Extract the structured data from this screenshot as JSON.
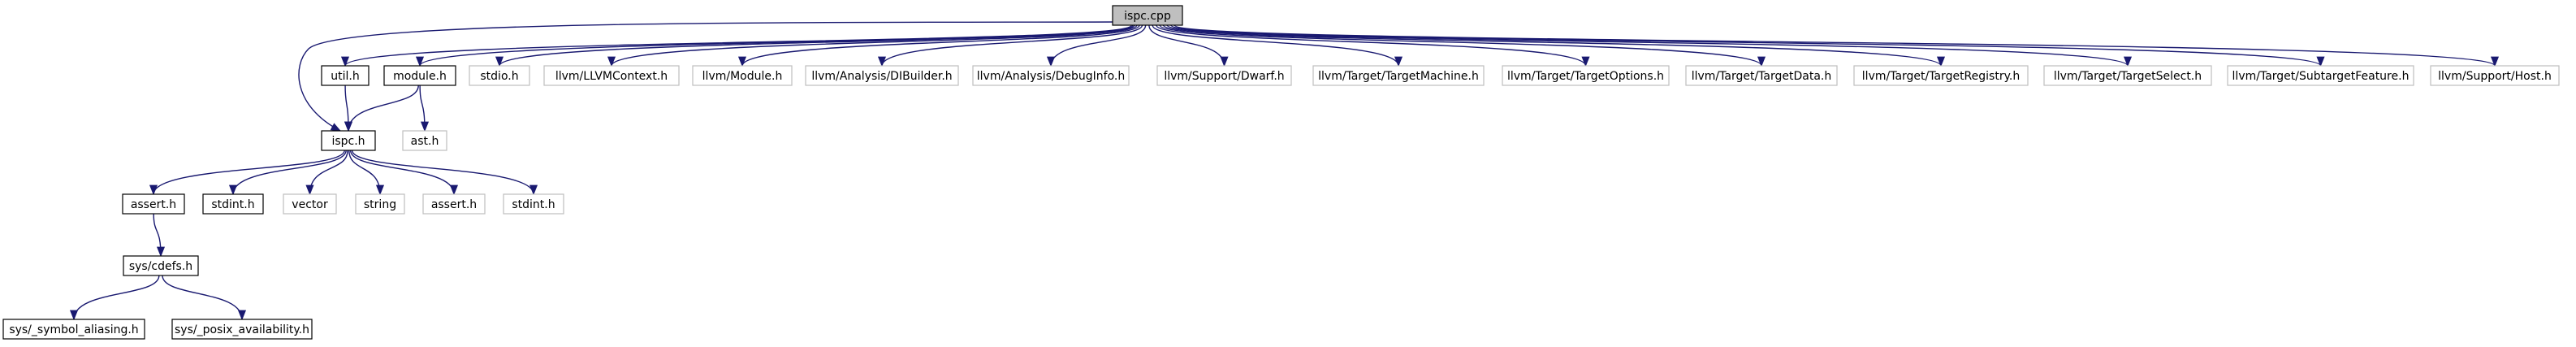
{
  "graph": {
    "root": "ispc.cpp",
    "nodes": [
      {
        "id": "ispc_cpp",
        "label": "ispc.cpp",
        "style": "root"
      },
      {
        "id": "util_h",
        "label": "util.h",
        "style": "documented"
      },
      {
        "id": "module_h",
        "label": "module.h",
        "style": "documented"
      },
      {
        "id": "stdio_h",
        "label": "stdio.h",
        "style": "external"
      },
      {
        "id": "llvm_ctx",
        "label": "llvm/LLVMContext.h",
        "style": "external"
      },
      {
        "id": "llvm_module",
        "label": "llvm/Module.h",
        "style": "external"
      },
      {
        "id": "llvm_dib",
        "label": "llvm/Analysis/DIBuilder.h",
        "style": "external"
      },
      {
        "id": "llvm_dbg",
        "label": "llvm/Analysis/DebugInfo.h",
        "style": "external"
      },
      {
        "id": "llvm_dwarf",
        "label": "llvm/Support/Dwarf.h",
        "style": "external"
      },
      {
        "id": "llvm_tm",
        "label": "llvm/Target/TargetMachine.h",
        "style": "external"
      },
      {
        "id": "llvm_to",
        "label": "llvm/Target/TargetOptions.h",
        "style": "external"
      },
      {
        "id": "llvm_td",
        "label": "llvm/Target/TargetData.h",
        "style": "external"
      },
      {
        "id": "llvm_tr",
        "label": "llvm/Target/TargetRegistry.h",
        "style": "external"
      },
      {
        "id": "llvm_ts",
        "label": "llvm/Target/TargetSelect.h",
        "style": "external"
      },
      {
        "id": "llvm_sf",
        "label": "llvm/Target/SubtargetFeature.h",
        "style": "external"
      },
      {
        "id": "llvm_host",
        "label": "llvm/Support/Host.h",
        "style": "external"
      },
      {
        "id": "ispc_h",
        "label": "ispc.h",
        "style": "documented"
      },
      {
        "id": "ast_h",
        "label": "ast.h",
        "style": "external"
      },
      {
        "id": "assert_h1",
        "label": "assert.h",
        "style": "documented"
      },
      {
        "id": "stdint_h1",
        "label": "stdint.h",
        "style": "documented"
      },
      {
        "id": "vector",
        "label": "vector",
        "style": "external"
      },
      {
        "id": "string",
        "label": "string",
        "style": "external"
      },
      {
        "id": "assert_h2",
        "label": "assert.h",
        "style": "external"
      },
      {
        "id": "stdint_h2",
        "label": "stdint.h",
        "style": "external"
      },
      {
        "id": "sys_cdefs",
        "label": "sys/cdefs.h",
        "style": "documented"
      },
      {
        "id": "sys_alias",
        "label": "sys/_symbol_aliasing.h",
        "style": "documented"
      },
      {
        "id": "sys_posix",
        "label": "sys/_posix_availability.h",
        "style": "documented"
      }
    ],
    "edges": [
      [
        "ispc_cpp",
        "ispc_h"
      ],
      [
        "ispc_cpp",
        "util_h"
      ],
      [
        "ispc_cpp",
        "module_h"
      ],
      [
        "ispc_cpp",
        "stdio_h"
      ],
      [
        "ispc_cpp",
        "llvm_ctx"
      ],
      [
        "ispc_cpp",
        "llvm_module"
      ],
      [
        "ispc_cpp",
        "llvm_dib"
      ],
      [
        "ispc_cpp",
        "llvm_dbg"
      ],
      [
        "ispc_cpp",
        "llvm_dwarf"
      ],
      [
        "ispc_cpp",
        "llvm_tm"
      ],
      [
        "ispc_cpp",
        "llvm_to"
      ],
      [
        "ispc_cpp",
        "llvm_td"
      ],
      [
        "ispc_cpp",
        "llvm_tr"
      ],
      [
        "ispc_cpp",
        "llvm_ts"
      ],
      [
        "ispc_cpp",
        "llvm_sf"
      ],
      [
        "ispc_cpp",
        "llvm_host"
      ],
      [
        "util_h",
        "ispc_h"
      ],
      [
        "module_h",
        "ispc_h"
      ],
      [
        "module_h",
        "ast_h"
      ],
      [
        "ispc_h",
        "assert_h1"
      ],
      [
        "ispc_h",
        "stdint_h1"
      ],
      [
        "ispc_h",
        "vector"
      ],
      [
        "ispc_h",
        "string"
      ],
      [
        "ispc_h",
        "assert_h2"
      ],
      [
        "ispc_h",
        "stdint_h2"
      ],
      [
        "assert_h1",
        "sys_cdefs"
      ],
      [
        "sys_cdefs",
        "sys_alias"
      ],
      [
        "sys_cdefs",
        "sys_posix"
      ]
    ]
  },
  "colors": {
    "edge": "#191970",
    "root_fill": "#bfbfbf",
    "documented_border": "#000000",
    "external_border": "#bfbfbf",
    "text": "#000000"
  }
}
